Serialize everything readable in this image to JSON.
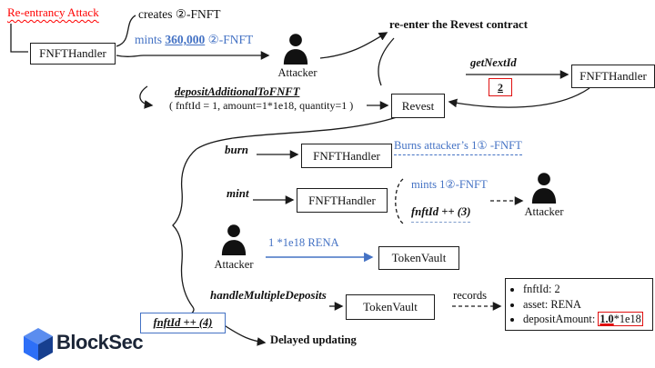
{
  "colors": {
    "accent_blue": "#4472C4",
    "alert_red": "#FF0000",
    "brand_blue": "#2D6FF7",
    "brand_navy": "#1B2537"
  },
  "title": {
    "attack_label": "Re-entrancy Attack"
  },
  "top_flow": {
    "handler_node": "FNFTHandler",
    "creates_line": "creates ②-FNFT",
    "mints_prefix": "mints ",
    "mints_amount": "360,000",
    "mints_suffix": " ②-FNFT",
    "attacker_label": "Attacker",
    "reenter_note": "re-enter the Revest contract",
    "get_next_id": "getNextId",
    "get_next_id_value": "2",
    "handler_node_right": "FNFTHandler",
    "deposit_call": "depositAdditionalToFNFT",
    "deposit_args": "( fnftId = 1, amount=1*1e18, quantity=1 )",
    "revest_node": "Revest"
  },
  "inner_flow": {
    "burn_call": "burn",
    "burn_handler_node": "FNFTHandler",
    "burn_note": "Burns attacker’s 1① -FNFT",
    "mint_call": "mint",
    "mint_handler_node": "FNFTHandler",
    "mint_note": "mints 1②-FNFT",
    "fnftid_increment3": "fnftId ++ (3)",
    "attacker2_label": "Attacker",
    "attacker3_label": "Attacker",
    "rena_transfer": "1 *1e18 RENA",
    "tokenvault_node": "TokenVault",
    "handle_call": "handleMultipleDeposits",
    "tokenvault_node2": "TokenVault",
    "records_label": "records",
    "record_line1": "fnftId: 2",
    "record_line2": "asset: RENA",
    "record_line3_prefix": "depositAmount: ",
    "record_line3_value": "1.0",
    "record_line3_suffix": "*1e18",
    "fnftid_increment4": "fnftId ++ (4)",
    "delayed_note": "Delayed updating"
  },
  "footer": {
    "brand": "BlockSec"
  }
}
